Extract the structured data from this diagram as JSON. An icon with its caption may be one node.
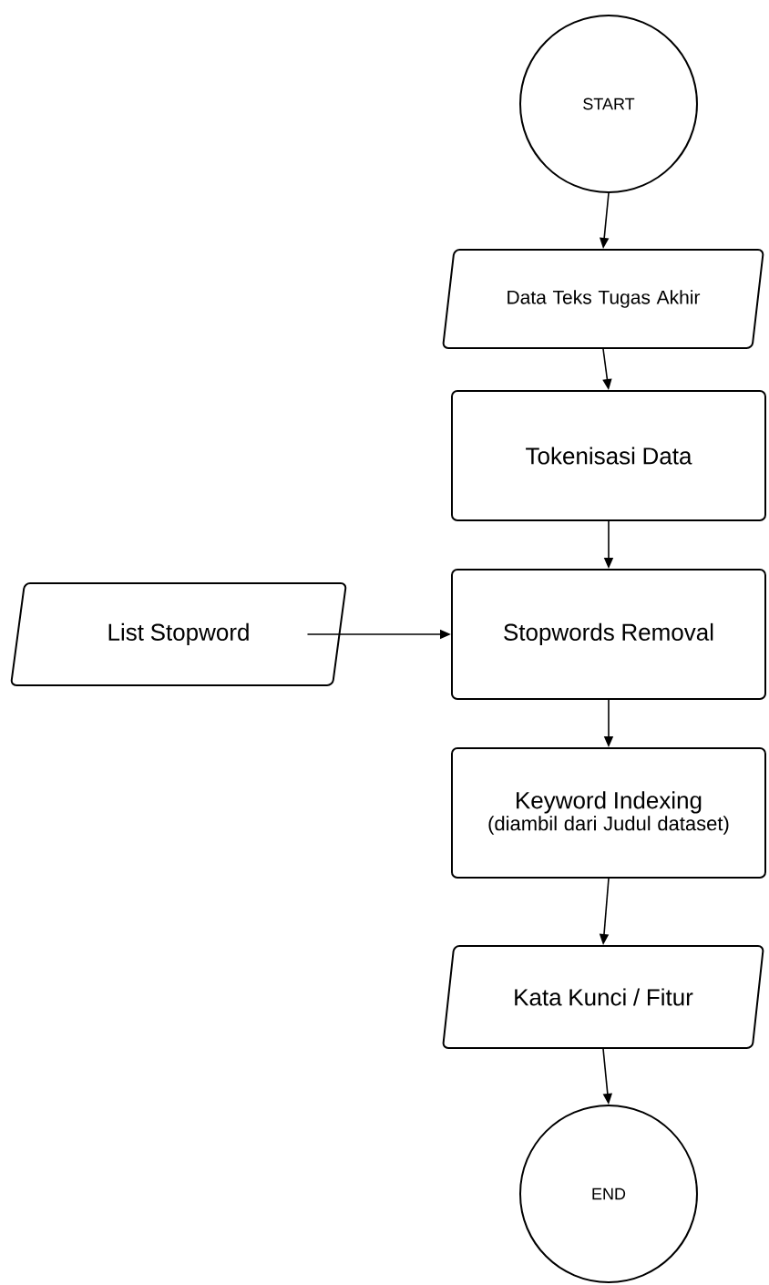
{
  "diagram": {
    "nodes": [
      {
        "text": [
          "START"
        ]
      },
      {
        "text": [
          "Data Teks Tugas Akhir"
        ]
      },
      {
        "text": [
          "Tokenisasi Data"
        ]
      },
      {
        "text": [
          "Stopwords Removal"
        ]
      },
      {
        "text": [
          "List Stopword"
        ]
      },
      {
        "text": [
          "Keyword Indexing",
          "(diambil dari Judul dataset)"
        ]
      },
      {
        "text": [
          "Kata Kunci / Fitur"
        ]
      },
      {
        "text": [
          "END"
        ]
      }
    ],
    "edges": [
      {
        "from": 0,
        "to": 1,
        "arrow": "to"
      },
      {
        "from": 1,
        "to": 2,
        "arrow": "to"
      },
      {
        "from": 2,
        "to": 3,
        "arrow": "to"
      },
      {
        "from": 4,
        "to": 3,
        "arrow": "to"
      },
      {
        "from": 3,
        "to": 5,
        "arrow": "to"
      },
      {
        "from": 5,
        "to": 6,
        "arrow": "to"
      },
      {
        "from": 6,
        "to": 7,
        "arrow": "to"
      }
    ]
  }
}
